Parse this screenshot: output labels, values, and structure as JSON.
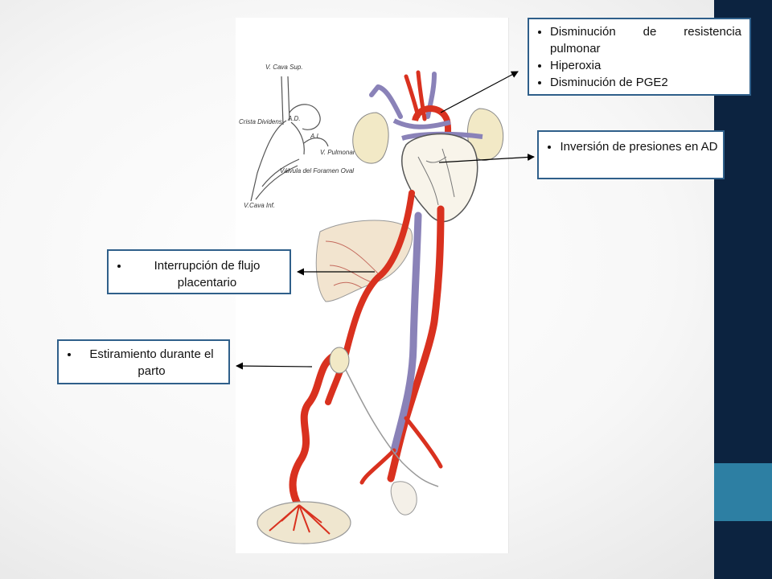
{
  "diagram": {
    "inset_labels": {
      "vena_cava_sup": "V. Cava Sup.",
      "crista_dividens": "Crista Dividens",
      "ad": "A.D.",
      "ai": "A.I.",
      "v_pulmonar": "V. Pulmonar",
      "valvula": "Válvula del Foramen Oval",
      "vena_cava_inf": "V.Cava Inf."
    }
  },
  "callouts": {
    "pulmonary": {
      "items": [
        "Disminución de resistencia pulmonar",
        "Hiperoxia",
        "Disminución de PGE2"
      ]
    },
    "pressures": {
      "items": [
        "Inversión de presiones en AD"
      ]
    },
    "placental": {
      "items": [
        "Interrupción de flujo placentario"
      ]
    },
    "stretch": {
      "items": [
        "Estiramiento durante el parto"
      ]
    }
  },
  "colors": {
    "sidebar": "#0c2340",
    "accent": "#2d7fa3",
    "callout_border": "#2f5f8a",
    "artery": "#d9311f",
    "vein": "#8a82b8"
  }
}
